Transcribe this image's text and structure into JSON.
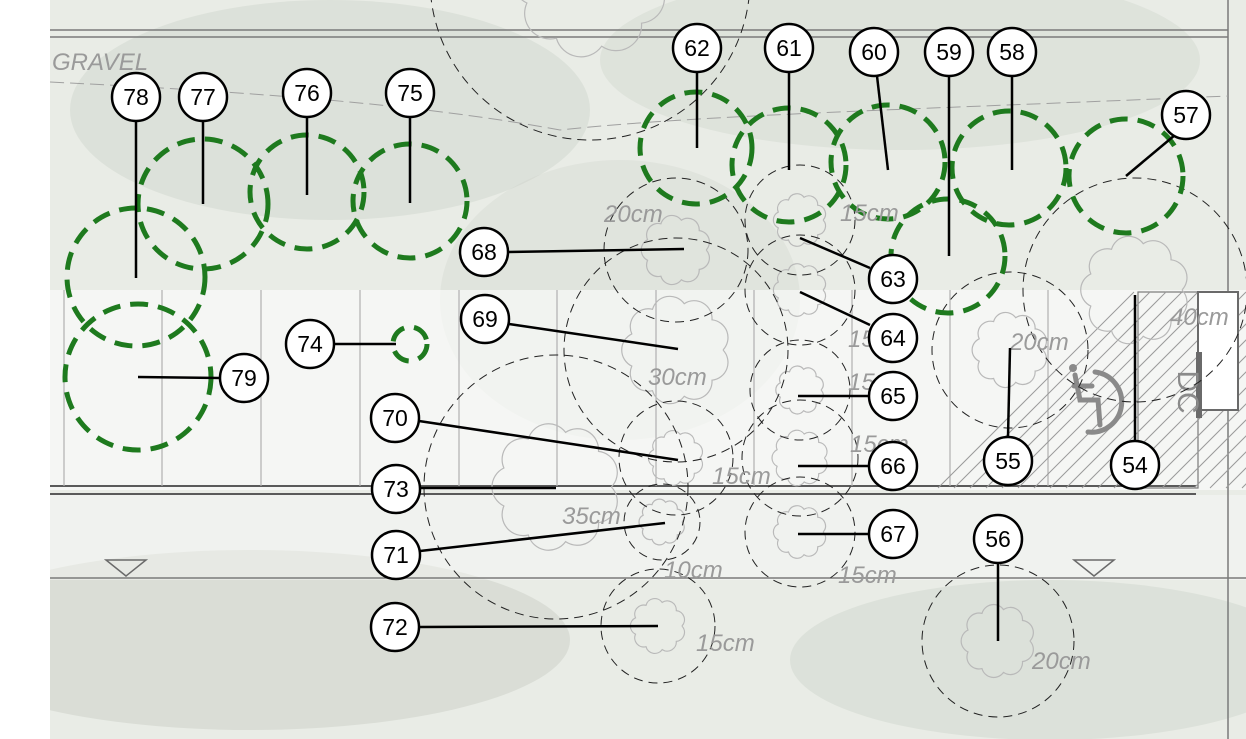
{
  "plan": {
    "area_label": "GRAVEL",
    "dc_label": "DC",
    "accessible_icon": "wheelchair-icon",
    "colors": {
      "new_tree": "#1e7a1e",
      "existing_tree": "#222222",
      "canopy_sketch": "#b9b9b9",
      "leader": "#000000",
      "dimension_text": "#9a9a9a",
      "aerial_bg": "#e9ece6",
      "aerial_dark": "#c7cdc3"
    }
  },
  "dimension_labels": [
    "20cm",
    "15cm",
    "15cm",
    "20cm",
    "30cm",
    "15cm",
    "15cm",
    "15cm",
    "35cm",
    "10cm",
    "15cm",
    "15cm",
    "20cm",
    "40cm"
  ],
  "tree_tags": [
    "54",
    "55",
    "56",
    "57",
    "58",
    "59",
    "60",
    "61",
    "62",
    "63",
    "64",
    "65",
    "66",
    "67",
    "68",
    "69",
    "70",
    "71",
    "72",
    "73",
    "74",
    "75",
    "76",
    "77",
    "78",
    "79"
  ]
}
